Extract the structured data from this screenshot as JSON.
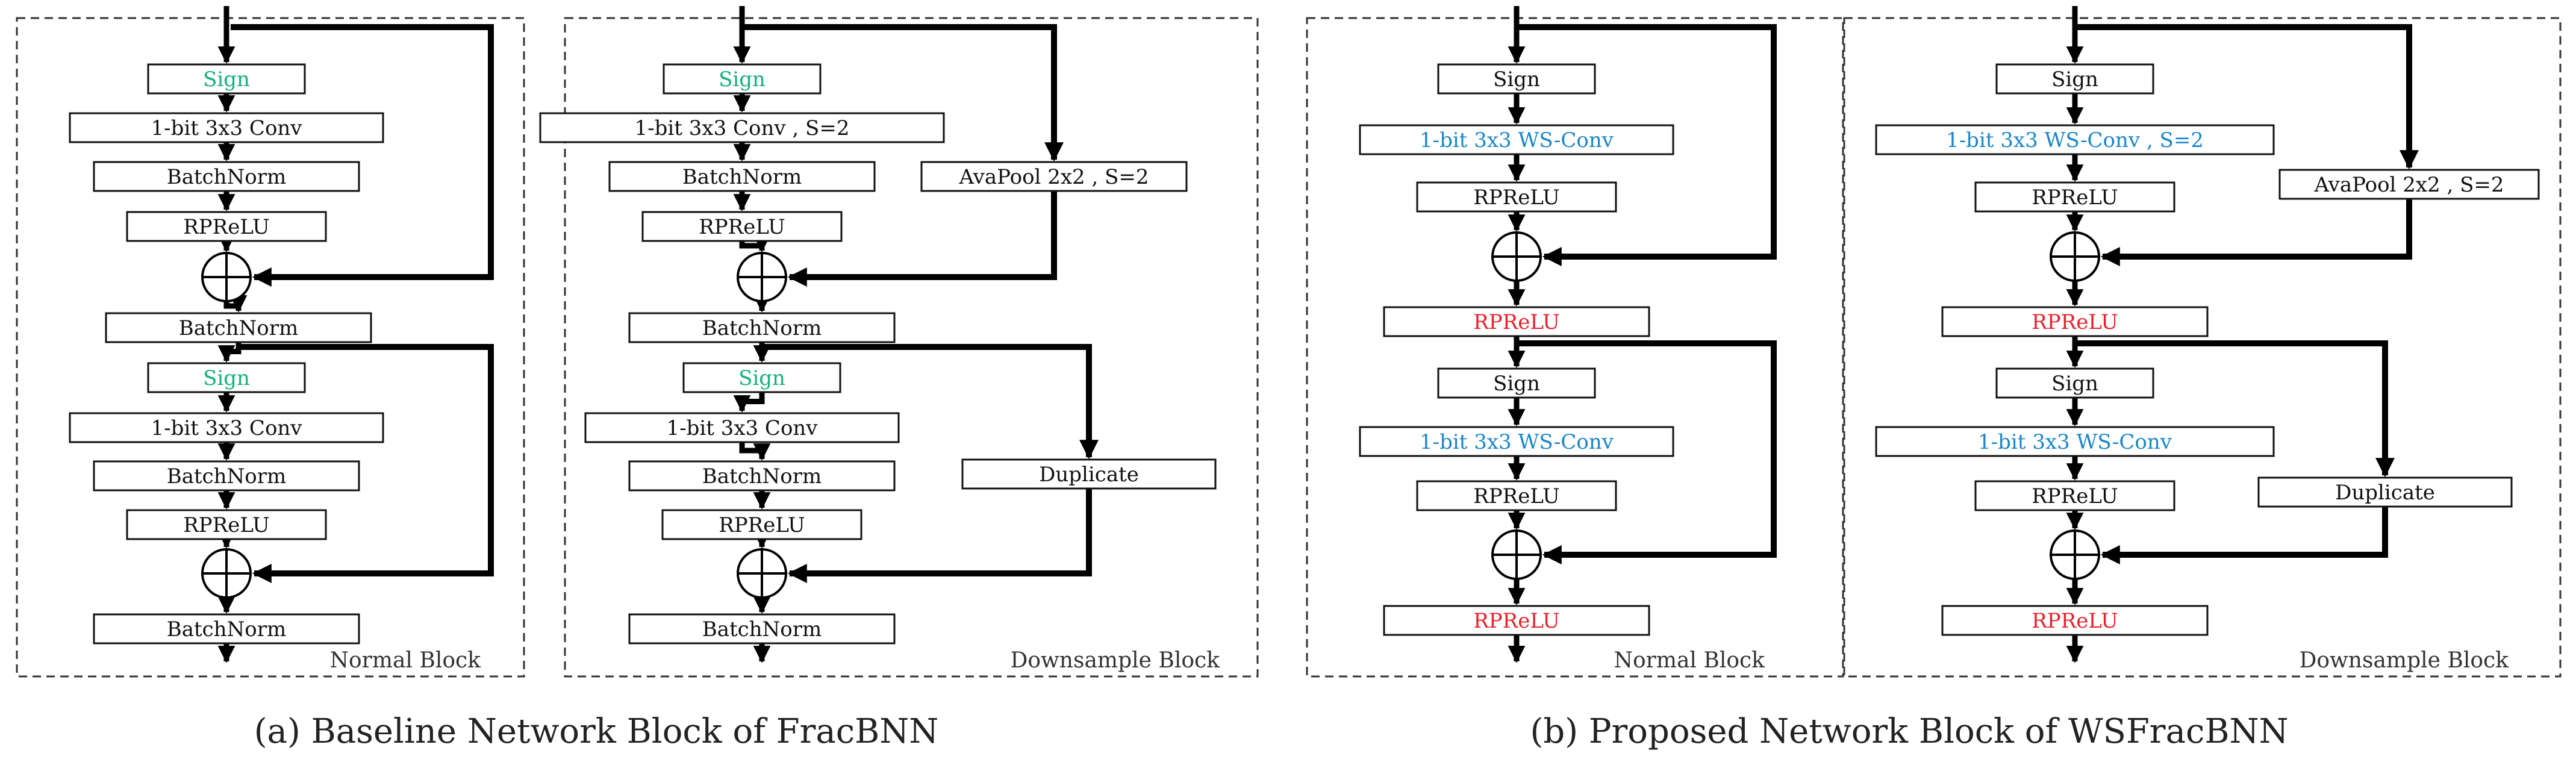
{
  "colors": {
    "default": "#111111",
    "green": "#16b07a",
    "blue": "#1a86c8",
    "red": "#e8202a"
  },
  "captions": {
    "left": "(a) Baseline Network Block of FracBNN",
    "right": "(b) Proposed Network Block of WSFracBNN"
  },
  "panels": [
    {
      "id": "p1",
      "label": "Normal Block",
      "nodes": [
        {
          "id": "s1",
          "type": "box",
          "text": "Sign",
          "color": "green"
        },
        {
          "id": "c1",
          "type": "box",
          "text": "1-bit 3x3 Conv",
          "color": "default"
        },
        {
          "id": "b1",
          "type": "box",
          "text": "BatchNorm",
          "color": "default"
        },
        {
          "id": "r1",
          "type": "box",
          "text": "RPReLU",
          "color": "default"
        },
        {
          "id": "a1",
          "type": "add"
        },
        {
          "id": "b2",
          "type": "box",
          "text": "BatchNorm",
          "color": "default"
        },
        {
          "id": "s2",
          "type": "box",
          "text": "Sign",
          "color": "green"
        },
        {
          "id": "c2",
          "type": "box",
          "text": "1-bit 3x3 Conv",
          "color": "default"
        },
        {
          "id": "b3",
          "type": "box",
          "text": "BatchNorm",
          "color": "default"
        },
        {
          "id": "r2",
          "type": "box",
          "text": "RPReLU",
          "color": "default"
        },
        {
          "id": "a2",
          "type": "add"
        },
        {
          "id": "b4",
          "type": "box",
          "text": "BatchNorm",
          "color": "default"
        }
      ]
    },
    {
      "id": "p2",
      "label": "Downsample Block",
      "nodes": [
        {
          "id": "s1",
          "type": "box",
          "text": "Sign",
          "color": "green"
        },
        {
          "id": "c1",
          "type": "box",
          "text": "1-bit 3x3 Conv , S=2",
          "color": "default"
        },
        {
          "id": "b1",
          "type": "box",
          "text": "BatchNorm",
          "color": "default"
        },
        {
          "id": "r1",
          "type": "box",
          "text": "RPReLU",
          "color": "default"
        },
        {
          "id": "a1",
          "type": "add"
        },
        {
          "id": "b2",
          "type": "box",
          "text": "BatchNorm",
          "color": "default"
        },
        {
          "id": "s2",
          "type": "box",
          "text": "Sign",
          "color": "green"
        },
        {
          "id": "c2",
          "type": "box",
          "text": "1-bit 3x3 Conv",
          "color": "default"
        },
        {
          "id": "b3",
          "type": "box",
          "text": "BatchNorm",
          "color": "default"
        },
        {
          "id": "r2",
          "type": "box",
          "text": "RPReLU",
          "color": "default"
        },
        {
          "id": "a2",
          "type": "add"
        },
        {
          "id": "b4",
          "type": "box",
          "text": "BatchNorm",
          "color": "default"
        },
        {
          "id": "sk1",
          "type": "box",
          "text": "AvaPool 2x2 , S=2",
          "color": "default"
        },
        {
          "id": "sk2",
          "type": "box",
          "text": "Duplicate",
          "color": "default"
        }
      ]
    },
    {
      "id": "p3",
      "label": "Normal Block",
      "nodes": [
        {
          "id": "s1",
          "type": "box",
          "text": "Sign",
          "color": "default"
        },
        {
          "id": "c1",
          "type": "box",
          "text": "1-bit 3x3 WS-Conv",
          "color": "blue"
        },
        {
          "id": "r1",
          "type": "box",
          "text": "RPReLU",
          "color": "default"
        },
        {
          "id": "a1",
          "type": "add"
        },
        {
          "id": "rr1",
          "type": "box",
          "text": "RPReLU",
          "color": "red"
        },
        {
          "id": "s2",
          "type": "box",
          "text": "Sign",
          "color": "default"
        },
        {
          "id": "c2",
          "type": "box",
          "text": "1-bit 3x3 WS-Conv",
          "color": "blue"
        },
        {
          "id": "r2",
          "type": "box",
          "text": "RPReLU",
          "color": "default"
        },
        {
          "id": "a2",
          "type": "add"
        },
        {
          "id": "rr2",
          "type": "box",
          "text": "RPReLU",
          "color": "red"
        }
      ]
    },
    {
      "id": "p4",
      "label": "Downsample Block",
      "nodes": [
        {
          "id": "s1",
          "type": "box",
          "text": "Sign",
          "color": "default"
        },
        {
          "id": "c1",
          "type": "box",
          "text": "1-bit 3x3 WS-Conv , S=2",
          "color": "blue"
        },
        {
          "id": "r1",
          "type": "box",
          "text": "RPReLU",
          "color": "default"
        },
        {
          "id": "a1",
          "type": "add"
        },
        {
          "id": "rr1",
          "type": "box",
          "text": "RPReLU",
          "color": "red"
        },
        {
          "id": "s2",
          "type": "box",
          "text": "Sign",
          "color": "default"
        },
        {
          "id": "c2",
          "type": "box",
          "text": "1-bit 3x3 WS-Conv",
          "color": "blue"
        },
        {
          "id": "r2",
          "type": "box",
          "text": "RPReLU",
          "color": "default"
        },
        {
          "id": "a2",
          "type": "add"
        },
        {
          "id": "rr2",
          "type": "box",
          "text": "RPReLU",
          "color": "red"
        },
        {
          "id": "sk1",
          "type": "box",
          "text": "AvaPool 2x2 , S=2",
          "color": "default"
        },
        {
          "id": "sk2",
          "type": "box",
          "text": "Duplicate",
          "color": "default"
        }
      ]
    }
  ],
  "edges": [
    {
      "panel": "p1",
      "from": "s1",
      "to": "c1"
    },
    {
      "panel": "p1",
      "from": "c1",
      "to": "b1"
    },
    {
      "panel": "p1",
      "from": "b1",
      "to": "r1"
    },
    {
      "panel": "p1",
      "from": "r1",
      "to": "a1"
    },
    {
      "panel": "p1",
      "from": "a1",
      "to": "b2"
    },
    {
      "panel": "p1",
      "from": "b2",
      "to": "s2"
    },
    {
      "panel": "p1",
      "from": "s2",
      "to": "c2"
    },
    {
      "panel": "p1",
      "from": "c2",
      "to": "b3"
    },
    {
      "panel": "p1",
      "from": "b3",
      "to": "r2"
    },
    {
      "panel": "p1",
      "from": "r2",
      "to": "a2"
    },
    {
      "panel": "p1",
      "from": "a2",
      "to": "b4"
    },
    {
      "panel": "p2",
      "from": "s1",
      "to": "c1"
    },
    {
      "panel": "p2",
      "from": "c1",
      "to": "b1"
    },
    {
      "panel": "p2",
      "from": "b1",
      "to": "r1"
    },
    {
      "panel": "p2",
      "from": "r1",
      "to": "a1"
    },
    {
      "panel": "p2",
      "from": "a1",
      "to": "b2"
    },
    {
      "panel": "p2",
      "from": "b2",
      "to": "s2"
    },
    {
      "panel": "p2",
      "from": "s2",
      "to": "c2"
    },
    {
      "panel": "p2",
      "from": "c2",
      "to": "b3"
    },
    {
      "panel": "p2",
      "from": "b3",
      "to": "r2"
    },
    {
      "panel": "p2",
      "from": "r2",
      "to": "a2"
    },
    {
      "panel": "p2",
      "from": "a2",
      "to": "b4"
    },
    {
      "panel": "p3",
      "from": "s1",
      "to": "c1"
    },
    {
      "panel": "p3",
      "from": "c1",
      "to": "r1"
    },
    {
      "panel": "p3",
      "from": "r1",
      "to": "a1"
    },
    {
      "panel": "p3",
      "from": "a1",
      "to": "rr1"
    },
    {
      "panel": "p3",
      "from": "rr1",
      "to": "s2"
    },
    {
      "panel": "p3",
      "from": "s2",
      "to": "c2"
    },
    {
      "panel": "p3",
      "from": "c2",
      "to": "r2"
    },
    {
      "panel": "p3",
      "from": "r2",
      "to": "a2"
    },
    {
      "panel": "p3",
      "from": "a2",
      "to": "rr2"
    },
    {
      "panel": "p4",
      "from": "s1",
      "to": "c1"
    },
    {
      "panel": "p4",
      "from": "c1",
      "to": "r1"
    },
    {
      "panel": "p4",
      "from": "r1",
      "to": "a1"
    },
    {
      "panel": "p4",
      "from": "a1",
      "to": "rr1"
    },
    {
      "panel": "p4",
      "from": "rr1",
      "to": "s2"
    },
    {
      "panel": "p4",
      "from": "s2",
      "to": "c2"
    },
    {
      "panel": "p4",
      "from": "c2",
      "to": "r2"
    },
    {
      "panel": "p4",
      "from": "r2",
      "to": "a2"
    },
    {
      "panel": "p4",
      "from": "a2",
      "to": "rr2"
    },
    {
      "panel": "p1",
      "from": "input",
      "to": "a1",
      "kind": "skip"
    },
    {
      "panel": "p1",
      "from": "b2",
      "to": "a2",
      "kind": "skip"
    },
    {
      "panel": "p2",
      "from": "input",
      "to": "sk1",
      "kind": "skip"
    },
    {
      "panel": "p2",
      "from": "sk1",
      "to": "a1",
      "kind": "skip"
    },
    {
      "panel": "p2",
      "from": "b2",
      "to": "sk2",
      "kind": "skip"
    },
    {
      "panel": "p2",
      "from": "sk2",
      "to": "a2",
      "kind": "skip"
    },
    {
      "panel": "p3",
      "from": "input",
      "to": "a1",
      "kind": "skip"
    },
    {
      "panel": "p3",
      "from": "rr1",
      "to": "a2",
      "kind": "skip"
    },
    {
      "panel": "p4",
      "from": "input",
      "to": "sk1",
      "kind": "skip"
    },
    {
      "panel": "p4",
      "from": "sk1",
      "to": "a1",
      "kind": "skip"
    },
    {
      "panel": "p4",
      "from": "rr1",
      "to": "sk2",
      "kind": "skip"
    },
    {
      "panel": "p4",
      "from": "sk2",
      "to": "a2",
      "kind": "skip"
    }
  ]
}
